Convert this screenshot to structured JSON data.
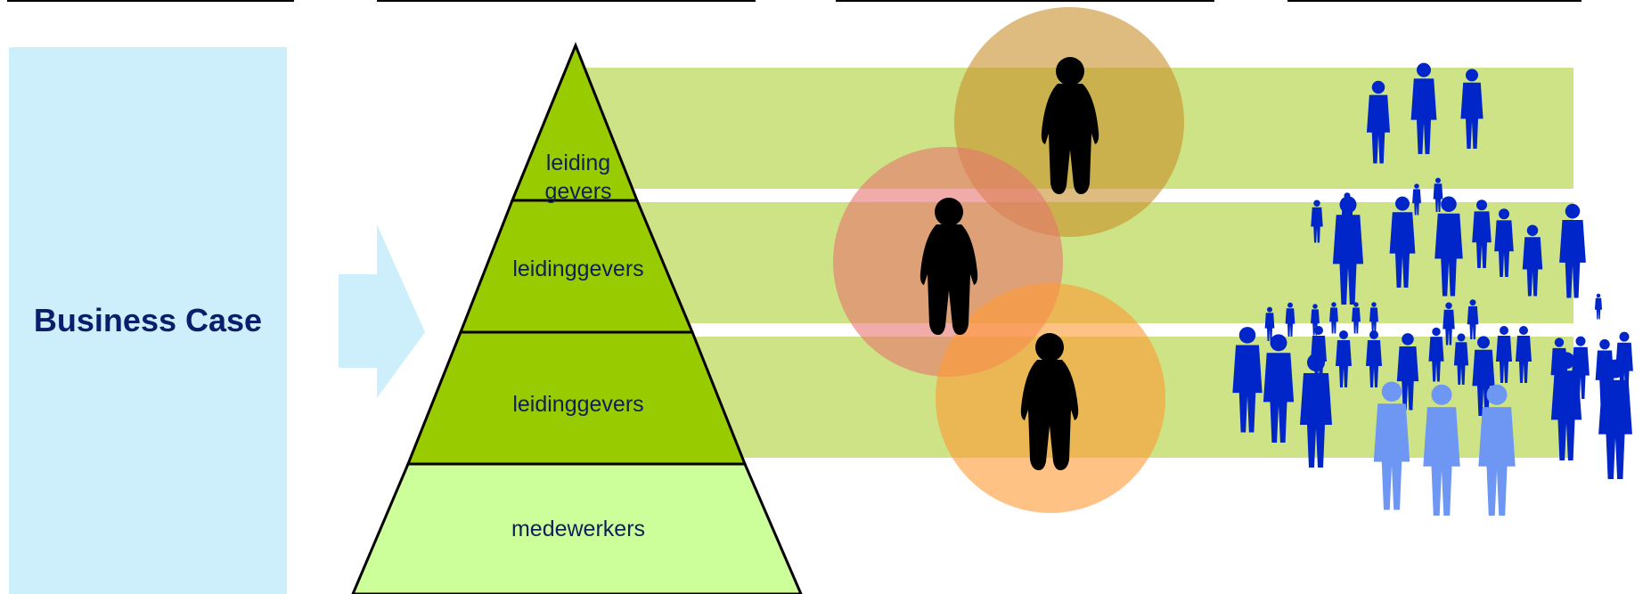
{
  "business_case": {
    "title": "Business Case"
  },
  "pyramid": {
    "levels": [
      {
        "label_line1": "leiding",
        "label_line2": "gevers"
      },
      {
        "label": "leidinggevers"
      },
      {
        "label": "leidinggevers"
      },
      {
        "label": "medewerkers"
      }
    ]
  },
  "colors": {
    "business_case_fill": "#cdeefb",
    "business_case_text": "#0b1e6b",
    "pyramid_dark": "#99cc00",
    "pyramid_light": "#ccff99",
    "band": "#cde386",
    "circle_top": "#d9a441",
    "circle_middle": "#ee8a86",
    "circle_bottom": "#ffaa55",
    "crowd_dark": "#0026c9",
    "crowd_light": "#6d97f2"
  }
}
